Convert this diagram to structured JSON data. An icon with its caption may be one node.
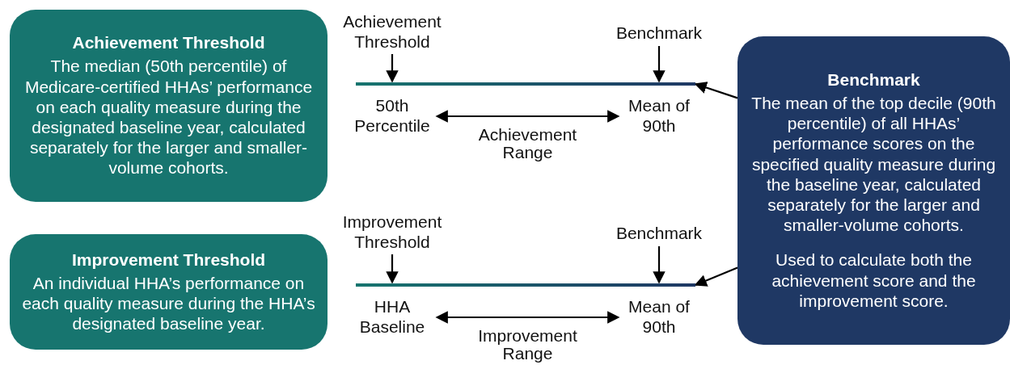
{
  "diagram": {
    "nodes": [
      {
        "text": [
          "Achievement Threshold",
          "The median (50th percentile) of Medicare-certified HHAs’ performance on each quality measure during the designated baseline year, calculated separately for the larger and smaller-volume cohorts."
        ]
      },
      {
        "text": [
          "Improvement Threshold",
          "An individual HHA’s performance on each quality measure during the HHA’s designated baseline year."
        ]
      },
      {
        "text": [
          "Benchmark",
          "The mean of the top decile (90th percentile) of all HHAs’ performance scores on the specified quality measure during the baseline year, calculated separately for the larger and smaller-volume cohorts.",
          "Used to calculate both the achievement score and the improvement score."
        ]
      },
      {
        "text": [
          "Achievement Threshold"
        ]
      },
      {
        "text": [
          "Benchmark"
        ]
      },
      {
        "text": [],
        "shape": "bar"
      },
      {
        "text": [
          "50th Percentile"
        ]
      },
      {
        "text": [
          "Mean of 90th"
        ]
      },
      {
        "text": [
          "Improvement Threshold"
        ]
      },
      {
        "text": [
          "Benchmark"
        ]
      },
      {
        "text": [],
        "shape": "bar"
      },
      {
        "text": [
          "HHA Baseline"
        ]
      },
      {
        "text": [
          "Mean of 90th"
        ]
      }
    ],
    "edges": [
      {
        "from": 3,
        "to": 5,
        "arrow": "to"
      },
      {
        "from": 4,
        "to": 5,
        "arrow": "to"
      },
      {
        "from": 6,
        "to": 7,
        "arrow": "both",
        "label": "Achievement Range"
      },
      {
        "from": 2,
        "to": 5,
        "arrow": "to"
      },
      {
        "from": 8,
        "to": 10,
        "arrow": "to"
      },
      {
        "from": 9,
        "to": 10,
        "arrow": "to"
      },
      {
        "from": 11,
        "to": 12,
        "arrow": "both",
        "label": "Improvement Range"
      },
      {
        "from": 2,
        "to": 10,
        "arrow": "to"
      }
    ]
  }
}
